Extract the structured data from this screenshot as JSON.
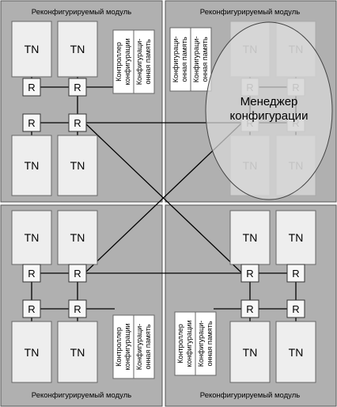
{
  "module_label": "Реконфигурируемый модуль",
  "tn_label": "TN",
  "router_label": "R",
  "controller_label": [
    "Контроллер",
    "конфигурации"
  ],
  "memory_label": [
    "Конфигураци-",
    "онная память"
  ],
  "manager_label": [
    "Менеджер",
    "конфигурации"
  ],
  "colors": {
    "module_fill": "#b0b0b0",
    "node_fill": "#eeeeee",
    "line": "#000000"
  }
}
